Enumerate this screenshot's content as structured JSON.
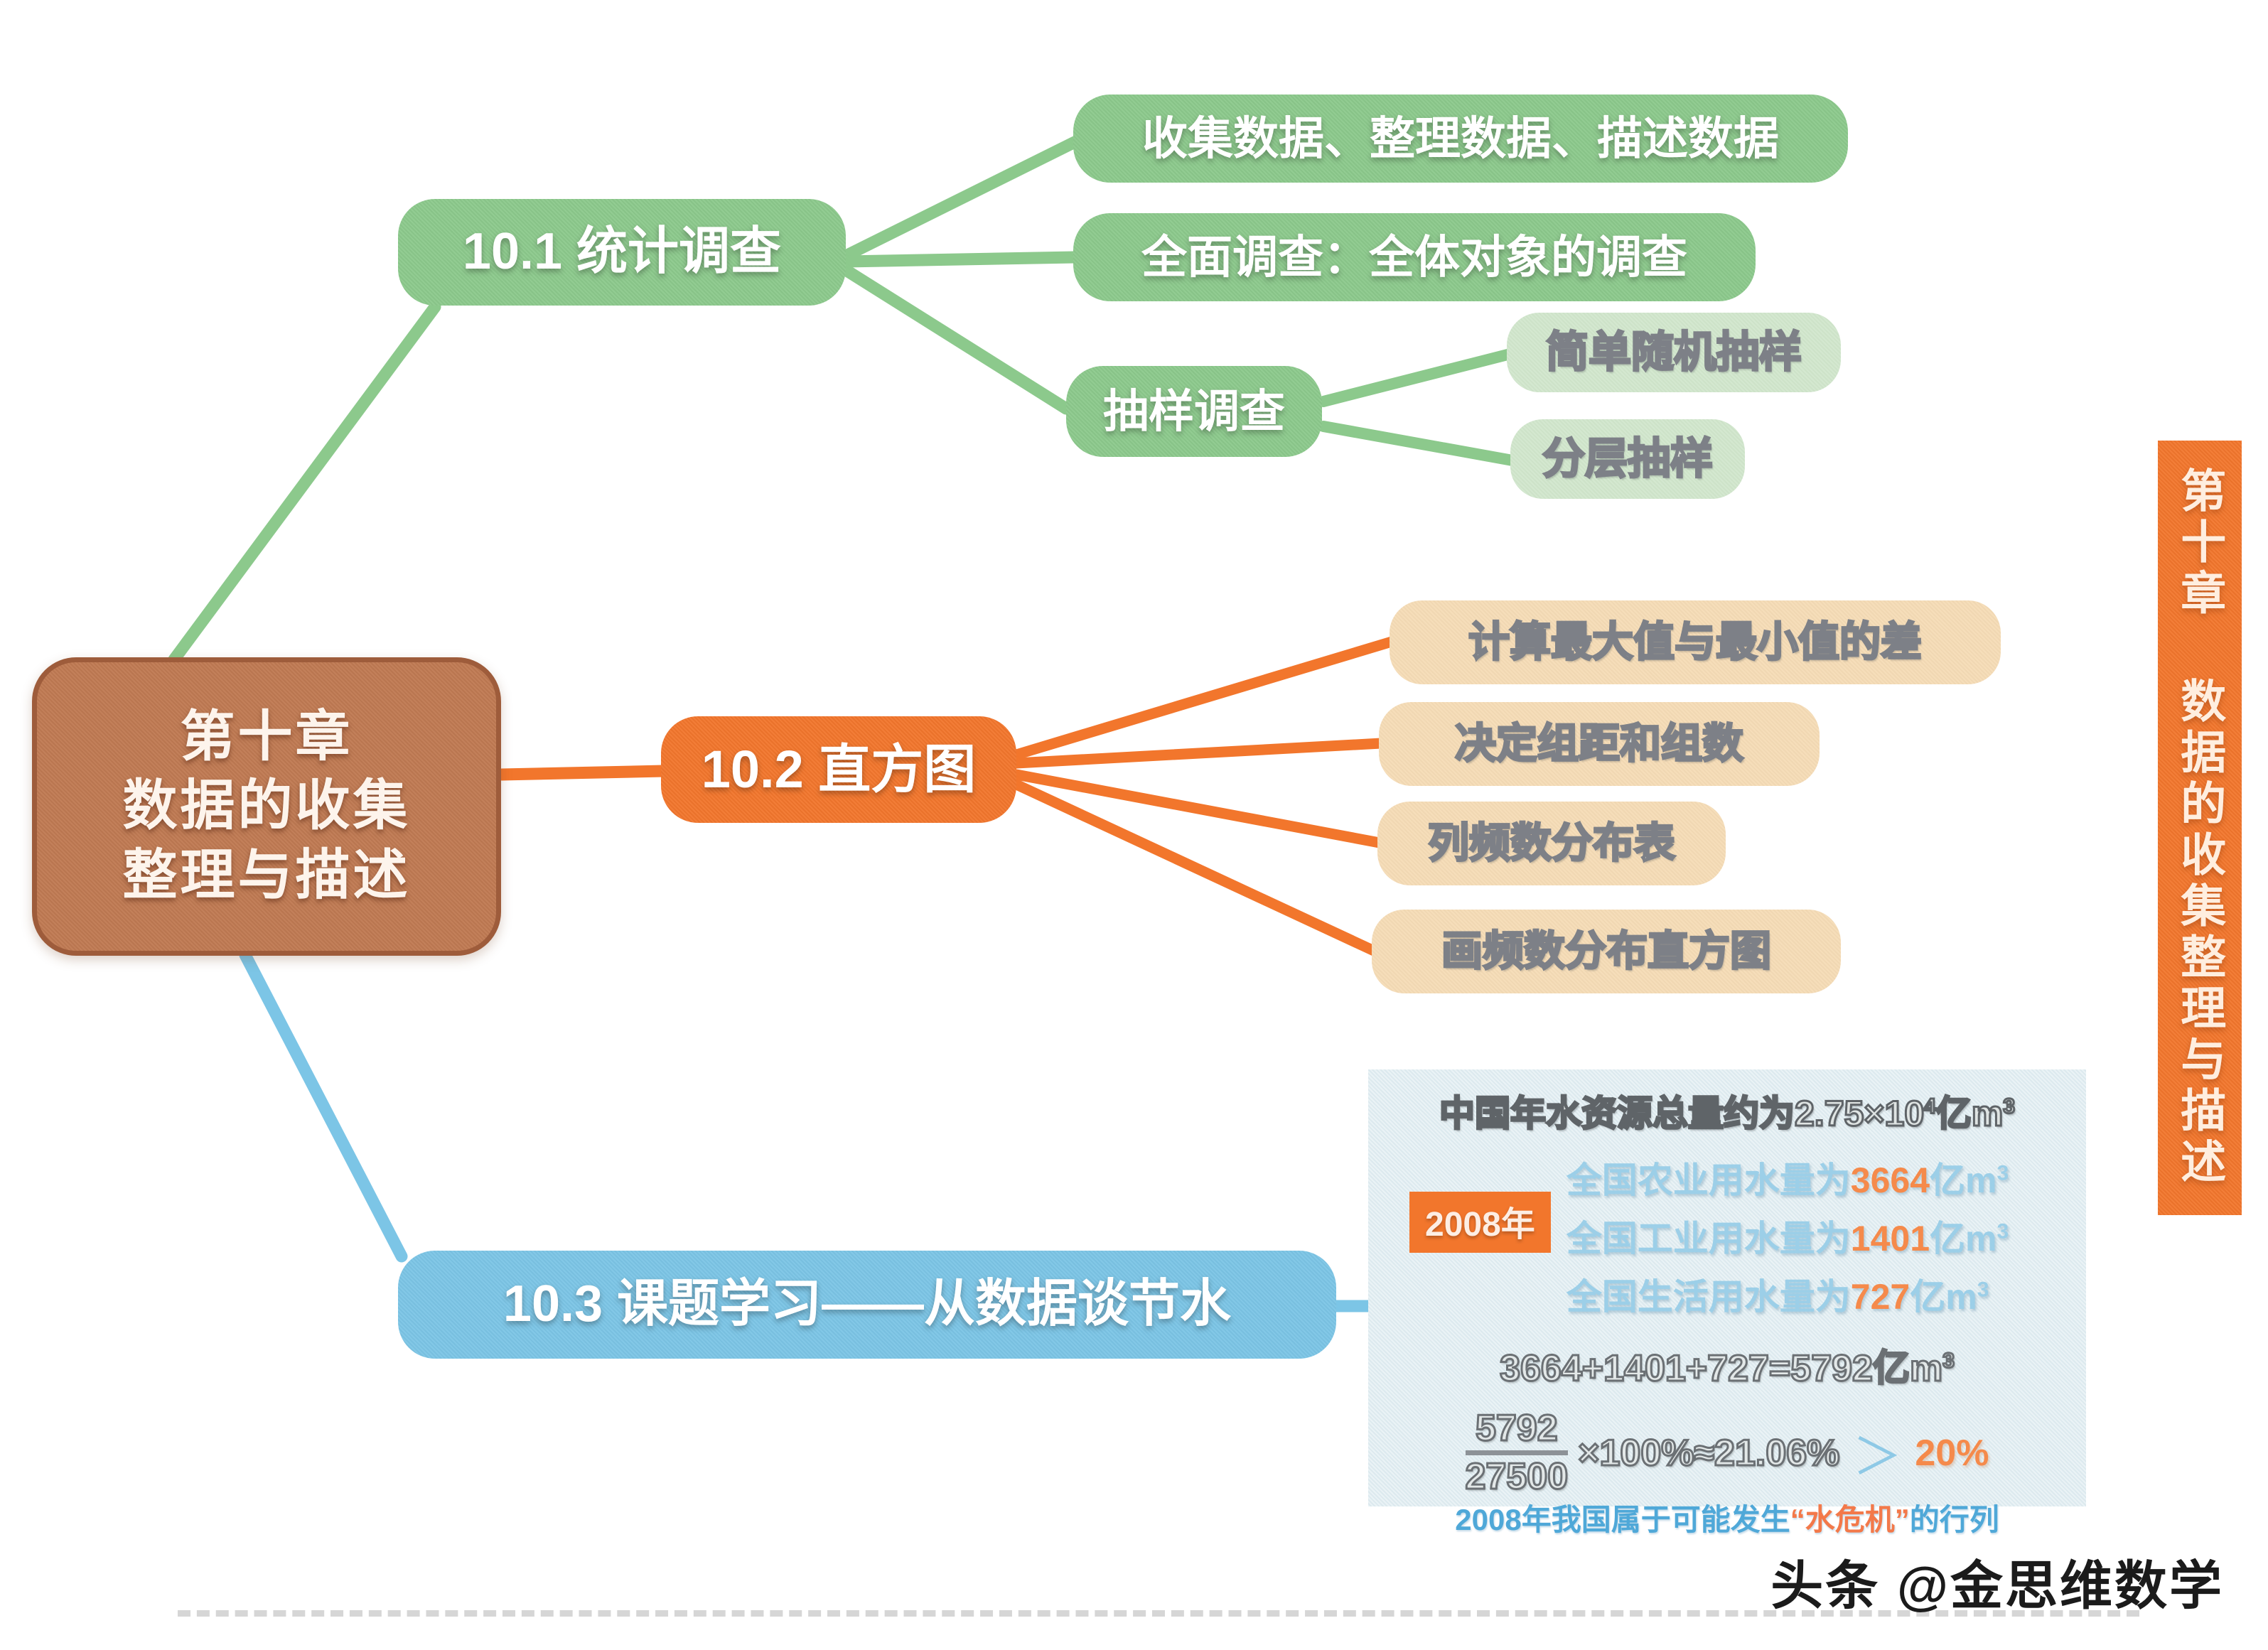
{
  "root": {
    "lines": [
      "第十章",
      "数据的收集",
      "整理与描述"
    ]
  },
  "side_tab": {
    "label": "第十章 数据的收集整理与描述"
  },
  "watermark": {
    "text": "头条 @金思维数学"
  },
  "branches": {
    "b101": {
      "label": "10.1 统计调查",
      "color": "#8cc98c",
      "children": [
        {
          "label": "收集数据、整理数据、描述数据"
        },
        {
          "label": "全面调查：全体对象的调查"
        },
        {
          "label": "抽样调查",
          "children": [
            {
              "label": "简单随机抽样"
            },
            {
              "label": "分层抽样"
            }
          ]
        }
      ]
    },
    "b102": {
      "label": "10.2 直方图",
      "color": "#f2762c",
      "children": [
        {
          "label": "计算最大值与最小值的差"
        },
        {
          "label": "决定组距和组数"
        },
        {
          "label": "列频数分布表"
        },
        {
          "label": "画频数分布直方图"
        }
      ]
    },
    "b103": {
      "label": "10.3 课题学习——从数据谈节水",
      "color": "#7cc5e6"
    }
  },
  "water_panel": {
    "heading_prefix": "中国年水资源总量约为2.75×10",
    "heading_exp": "4",
    "heading_suffix": "亿m",
    "heading_sup": "3",
    "year_badge": "2008年",
    "usage": [
      {
        "text": "全国农业用水量为",
        "value": "3664",
        "unit": "亿m",
        "sup": "3"
      },
      {
        "text": "全国工业用水量为",
        "value": "1401",
        "unit": "亿m",
        "sup": "3"
      },
      {
        "text": "全国生活用水量为",
        "value": "727",
        "unit": "亿m",
        "sup": "3"
      }
    ],
    "sum_line": "3664+1401+727=5792亿m",
    "sum_sup": "3",
    "fraction": {
      "numerator": "5792",
      "denominator": "27500"
    },
    "calc_tail": "×100%≈21.06%",
    "comparator": "＞",
    "threshold": "20%",
    "conclusion_a": "2008年我国属于可能发生",
    "conclusion_warn": "“水危机”",
    "conclusion_b": "的行列"
  }
}
